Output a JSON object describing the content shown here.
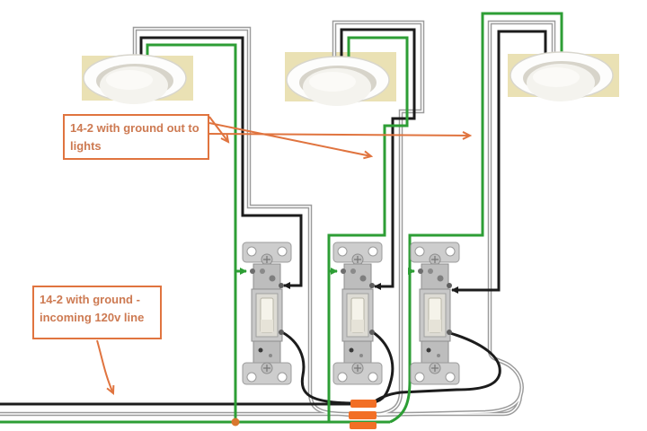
{
  "diagram": {
    "description": "Wiring diagram: 3-gang light switches controlling three recessed ceiling lights",
    "annotation_boxes": [
      {
        "id": "lights-cable",
        "line1": "14-2 with ground out to",
        "line2": "lights"
      },
      {
        "id": "incoming-cable",
        "line1": "14-2 with ground -",
        "line2": "incoming 120v line"
      }
    ],
    "components": {
      "lights": [
        {
          "name": "recessed-light-1"
        },
        {
          "name": "recessed-light-2"
        },
        {
          "name": "recessed-light-3"
        }
      ],
      "switches": [
        {
          "name": "toggle-switch-1"
        },
        {
          "name": "toggle-switch-2"
        },
        {
          "name": "toggle-switch-3"
        }
      ],
      "wire_connectors": {
        "count": 3,
        "color": "#f26f26"
      }
    },
    "colors": {
      "wire_black": "#1c1c1c",
      "wire_neutral_gray": "#9b9b9b",
      "wire_ground_green": "#2d9e35",
      "annotation_orange": "#e0743f",
      "annotation_text": "#cd7a52",
      "panel_beige": "#eae1b4",
      "connector_orange": "#f26f26"
    }
  }
}
